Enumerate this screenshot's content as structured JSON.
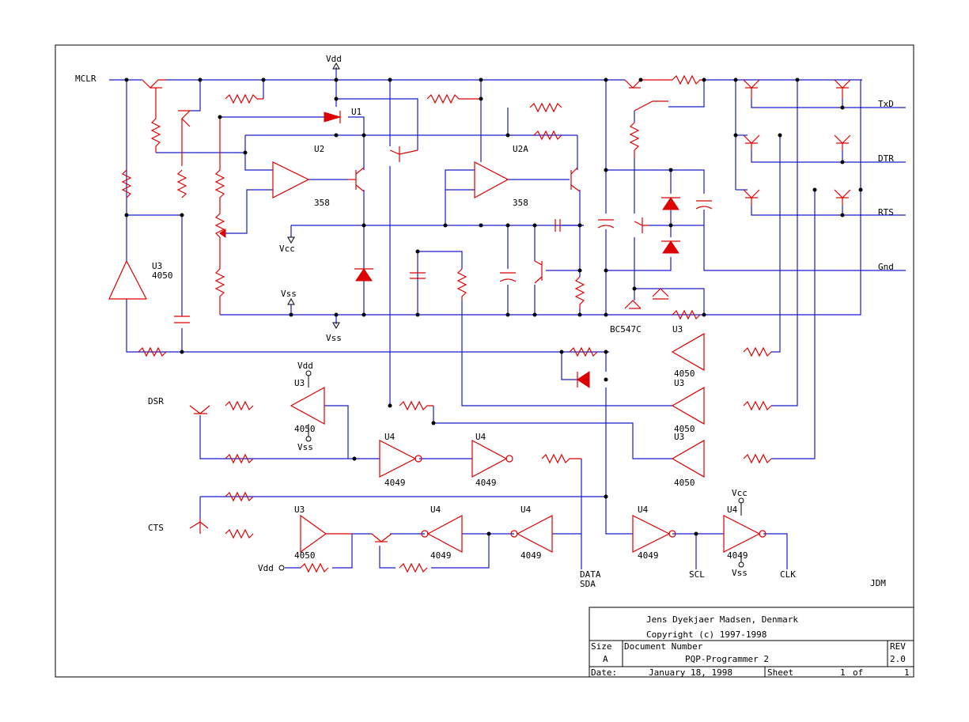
{
  "signals": {
    "mclr": "MCLR",
    "txd": "TxD",
    "dtr": "DTR",
    "rts": "RTS",
    "gnd": "Gnd",
    "dsr": "DSR",
    "cts": "CTS",
    "data": "DATA",
    "sda": "SDA",
    "scl": "SCL",
    "clk": "CLK"
  },
  "power": {
    "vdd_top": "Vdd",
    "vss_mid": "Vss",
    "vss_bot": "Vss",
    "vcc_mid": "Vcc",
    "vdd_u3": "Vdd",
    "vss_u3": "Vss",
    "vcc_u4": "Vcc",
    "vss_u4": "Vss",
    "vdd_cts": "Vdd"
  },
  "components": {
    "u1": "U1",
    "u2": "U2",
    "u2_type": "358",
    "u2a": "U2A",
    "u2a_type": "358",
    "u3_left": "U3",
    "u3_left_type": "4050",
    "bc547c": "BC547C",
    "u3_r1": "U3",
    "u3_r1_type": "4050",
    "u3_r2": "U3",
    "u3_r2_type": "4050",
    "u3_r3": "U3",
    "u3_r3_type": "4050",
    "u3_dsr": "U3",
    "u3_dsr_type": "4050",
    "u4_a": "U4",
    "u4_a_type": "4049",
    "u4_b": "U4",
    "u4_b_type": "4049",
    "u3_cts": "U3",
    "u3_cts_type": "4050",
    "u4_c": "U4",
    "u4_c_type": "4049",
    "u4_d": "U4",
    "u4_d_type": "4049",
    "u4_e": "U4",
    "u4_e_type": "4049",
    "u4_f": "U4",
    "u4_f_type": "4049",
    "jdm": "JDM"
  },
  "title_block": {
    "author": "Jens Dyekjaer Madsen, Denmark",
    "copyright": "Copyright (c) 1997-1998",
    "size_label": "Size",
    "size_value": "A",
    "docnum_label": "Document Number",
    "docnum_value": "PQP-Programmer 2",
    "rev_label": "REV",
    "rev_value": "2.0",
    "date_label": "Date:",
    "date_value": "January 18, 1998",
    "sheet_label": "Sheet",
    "sheet_value": "1",
    "of_label": "of",
    "of_value": "1"
  },
  "colors": {
    "wire": "#1a1acc",
    "component": "#dd0000",
    "junction": "#000000"
  }
}
